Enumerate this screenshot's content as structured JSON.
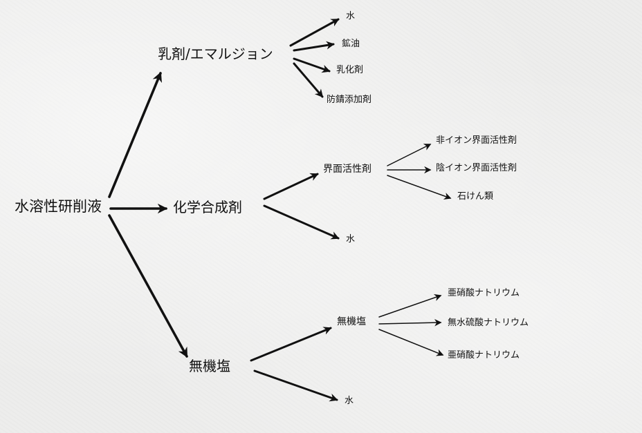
{
  "root": {
    "label": "水溶性研削液"
  },
  "branches": [
    {
      "label": "乳剤/エマルジョン",
      "children": [
        {
          "label": "水"
        },
        {
          "label": "鉱油"
        },
        {
          "label": "乳化剤"
        },
        {
          "label": "防錆添加剤"
        }
      ]
    },
    {
      "label": "化学合成剤",
      "children": [
        {
          "label": "界面活性剤",
          "children": [
            {
              "label": "非イオン界面活性剤"
            },
            {
              "label": "陰イオン界面活性剤"
            },
            {
              "label": "石けん類"
            }
          ]
        },
        {
          "label": "水"
        }
      ]
    },
    {
      "label": "無機塩",
      "children": [
        {
          "label": "無機塩",
          "children": [
            {
              "label": "亜硝酸ナトリウム"
            },
            {
              "label": "無水硫酸ナトリウム"
            },
            {
              "label": "亜硝酸ナトリウム"
            }
          ]
        },
        {
          "label": "水"
        }
      ]
    }
  ],
  "colors": {
    "ink": "#111111",
    "background": "#ededec"
  }
}
